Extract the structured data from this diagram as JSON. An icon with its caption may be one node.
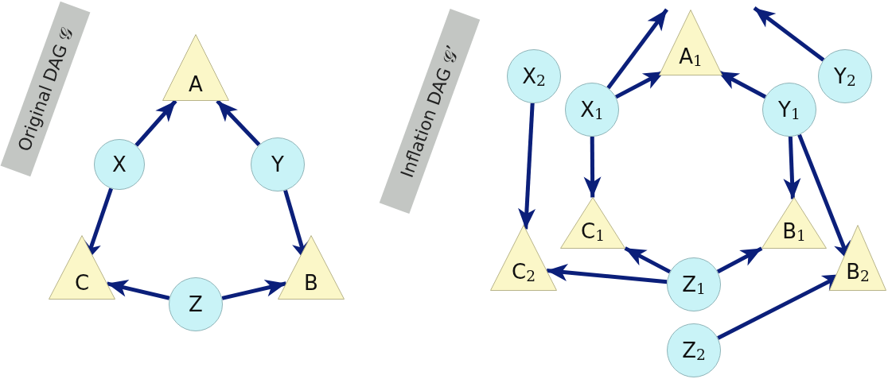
{
  "diagram": {
    "nodes": [
      {
        "text": [
          "Original DAG 𝒢"
        ]
      },
      {
        "text": [
          "A"
        ]
      },
      {
        "text": [
          "X"
        ]
      },
      {
        "text": [
          "Y"
        ]
      },
      {
        "text": [
          "C"
        ]
      },
      {
        "text": [
          "Z"
        ]
      },
      {
        "text": [
          "B"
        ]
      },
      {
        "text": [
          "Inflation DAG 𝒢’"
        ]
      },
      {
        "text": [
          "X$_{2}$"
        ]
      },
      {
        "text": [
          "X$_{1}$"
        ]
      },
      {
        "text": [
          "A$_{1}$"
        ]
      },
      {
        "text": [
          "Y$_{1}$"
        ]
      },
      {
        "text": [
          "Y$_{2}$"
        ]
      },
      {
        "text": [
          "C$_{1}$"
        ]
      },
      {
        "text": [
          "B$_{1}$"
        ]
      },
      {
        "text": [
          "C$_{2}$"
        ]
      },
      {
        "text": [
          "Z$_{1}$"
        ]
      },
      {
        "text": [
          "B$_{2}$"
        ]
      },
      {
        "text": [
          "Z$_{2}$"
        ]
      }
    ],
    "edges": [
      {
        "from": 2,
        "to": 1,
        "arrow": "to"
      },
      {
        "from": 2,
        "to": 4,
        "arrow": "to"
      },
      {
        "from": 3,
        "to": 1,
        "arrow": "to"
      },
      {
        "from": 3,
        "to": 6,
        "arrow": "to"
      },
      {
        "from": 5,
        "to": 4,
        "arrow": "to"
      },
      {
        "from": 5,
        "to": 6,
        "arrow": "to"
      },
      {
        "from": 9,
        "to": null,
        "arrow": "to"
      },
      {
        "from": 12,
        "to": null,
        "arrow": "to"
      },
      {
        "from": 9,
        "to": 10,
        "arrow": "to"
      },
      {
        "from": 11,
        "to": 10,
        "arrow": "to"
      },
      {
        "from": 8,
        "to": 15,
        "arrow": "to"
      },
      {
        "from": 9,
        "to": 13,
        "arrow": "to"
      },
      {
        "from": 11,
        "to": 14,
        "arrow": "to"
      },
      {
        "from": 11,
        "to": 17,
        "arrow": "to"
      },
      {
        "from": 16,
        "to": 13,
        "arrow": "to"
      },
      {
        "from": 16,
        "to": 14,
        "arrow": "to"
      },
      {
        "from": 16,
        "to": 15,
        "arrow": "to"
      },
      {
        "from": 18,
        "to": 17,
        "arrow": "to"
      }
    ]
  }
}
